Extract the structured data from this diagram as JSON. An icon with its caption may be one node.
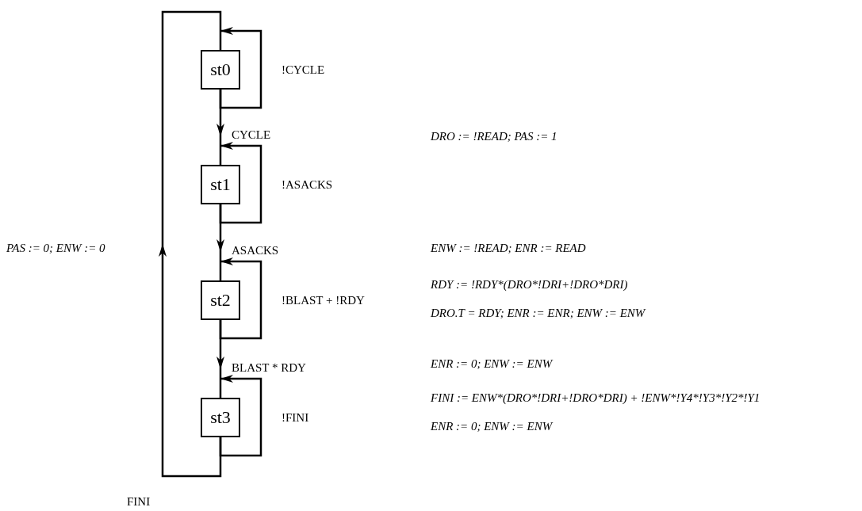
{
  "diagram": {
    "nodes": [
      {
        "text": [
          "st0"
        ]
      },
      {
        "text": [
          "st1"
        ]
      },
      {
        "text": [
          "st2"
        ]
      },
      {
        "text": [
          "st3"
        ]
      }
    ],
    "edges": [
      {
        "from": 0,
        "to": 0,
        "arrow": "to",
        "label": "!CYCLE"
      },
      {
        "from": 0,
        "to": 1,
        "arrow": "to",
        "label": "CYCLE"
      },
      {
        "from": 1,
        "to": 1,
        "arrow": "to",
        "label": "!ASACKS"
      },
      {
        "from": 1,
        "to": 2,
        "arrow": "to",
        "label": "ASACKS"
      },
      {
        "from": 2,
        "to": 2,
        "arrow": "to",
        "label": "!BLAST + !RDY"
      },
      {
        "from": 2,
        "to": 3,
        "arrow": "to",
        "label": "BLAST * RDY"
      },
      {
        "from": 3,
        "to": 3,
        "arrow": "to",
        "label": "!FINI"
      },
      {
        "from": 3,
        "to": 0,
        "arrow": "to",
        "label": "FINI"
      }
    ],
    "labels": [
      "DRO := !READ; PAS := 1",
      "PAS := 0; ENW := 0",
      "ENW := !READ; ENR := READ",
      "RDY := !RDY*(DRO*!DRI+!DRO*DRI)",
      "DRO.T = RDY; ENR := ENR; ENW := ENW",
      "ENR := 0; ENW := ENW",
      "FINI := ENW*(DRO*!DRI+!DRO*DRI) + !ENW*!Y4*!Y3*!Y2*!Y1",
      "ENR := 0; ENW := ENW"
    ]
  }
}
